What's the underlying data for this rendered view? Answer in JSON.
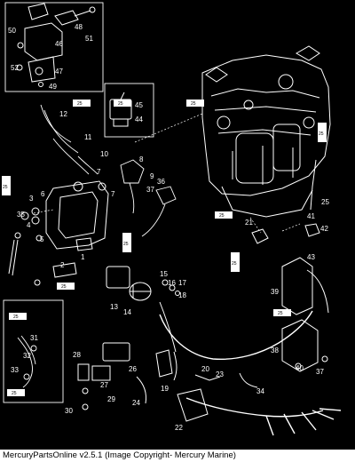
{
  "caption": "MercuryPartsOnline v2.5.1 (Image Copyright- Mercury Marine)",
  "colors": {
    "background": "#000000",
    "line": "#ffffff",
    "caption_bg": "#ffffff",
    "caption_text": "#000000"
  },
  "tags": [
    "25",
    "25",
    "25",
    "25",
    "25",
    "25",
    "25",
    "25",
    "25",
    "25",
    "25",
    "25"
  ],
  "callouts": [
    "1",
    "2",
    "3",
    "4",
    "5",
    "6",
    "7",
    "7",
    "8",
    "9",
    "10",
    "11",
    "12",
    "13",
    "14",
    "15",
    "16",
    "17",
    "18",
    "19",
    "20",
    "21",
    "22",
    "23",
    "24",
    "25",
    "26",
    "27",
    "28",
    "29",
    "30",
    "31",
    "32",
    "33",
    "34",
    "35",
    "36",
    "37",
    "37",
    "38",
    "39",
    "40",
    "41",
    "42",
    "43",
    "44",
    "45",
    "46",
    "47",
    "48",
    "49",
    "50",
    "51",
    "52"
  ]
}
